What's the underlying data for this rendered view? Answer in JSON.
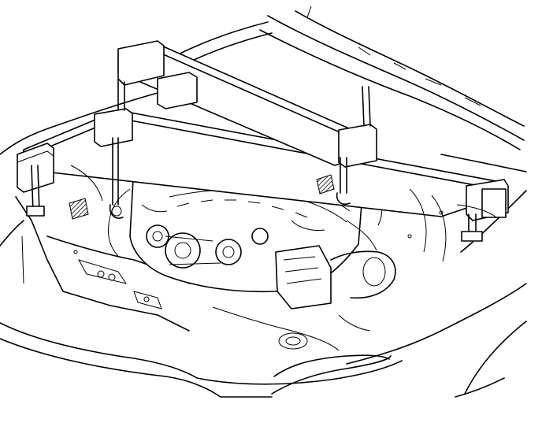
{
  "illustration": {
    "style": "black line art on white",
    "colors": {
      "ink": "#000000",
      "paper": "#ffffff"
    },
    "parts": [
      {
        "name": "hood-panel"
      },
      {
        "name": "engine-support-fixture"
      },
      {
        "name": "engine-assembly"
      },
      {
        "name": "lifting-chain-left"
      },
      {
        "name": "lifting-chain-right"
      },
      {
        "name": "front-bumper"
      },
      {
        "name": "left-fender"
      },
      {
        "name": "right-fender"
      },
      {
        "name": "radiator-support"
      }
    ]
  }
}
